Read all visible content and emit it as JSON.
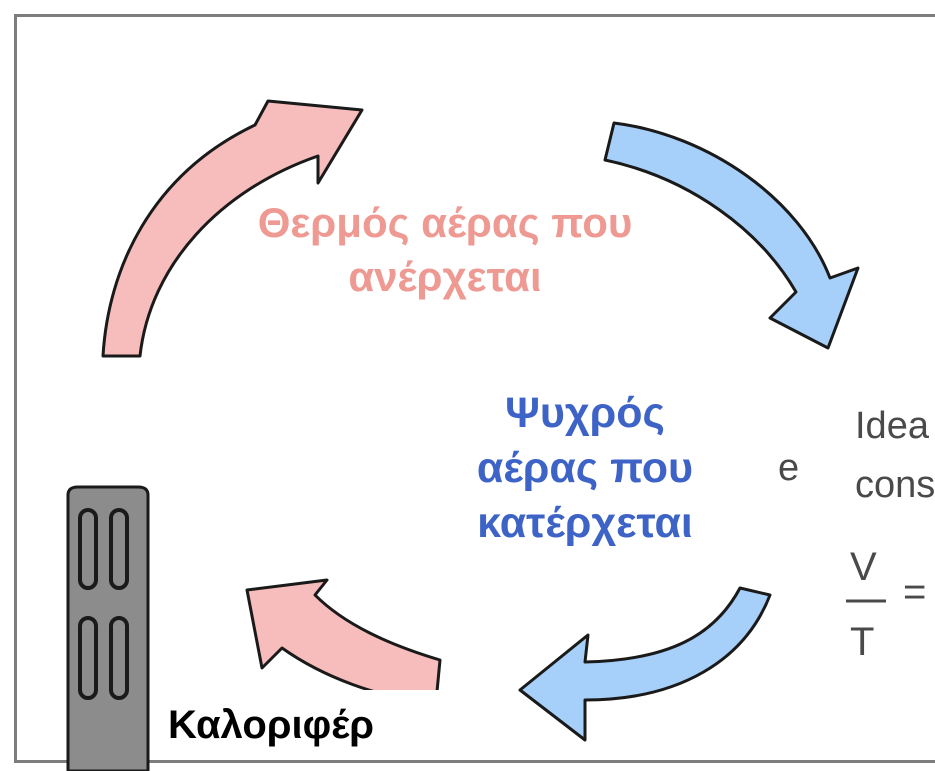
{
  "labels": {
    "warm_line1": "Θερμός αέρας που",
    "warm_line2": "ανέρχεται",
    "cool_line1": "Ψυχρός",
    "cool_line2": "αέρας που",
    "cool_line3": "κατέρχεται",
    "radiator": "Καλοριφέρ"
  },
  "background_text": {
    "ideal_fragment": "Idea",
    "cons_fragment": "cons",
    "e_fragment": "e",
    "fraction_numerator": "V",
    "fraction_denominator": "T",
    "equals": "="
  },
  "colors": {
    "warm_arrow": "#f7bcbc",
    "warm_text": "#ee9a92",
    "cool_arrow": "#a6d0fa",
    "cool_text": "#3e63c6",
    "arrow_outline": "#1a1a1a",
    "radiator_fill": "#8c8c8c",
    "frame": "#7d7d7d"
  }
}
